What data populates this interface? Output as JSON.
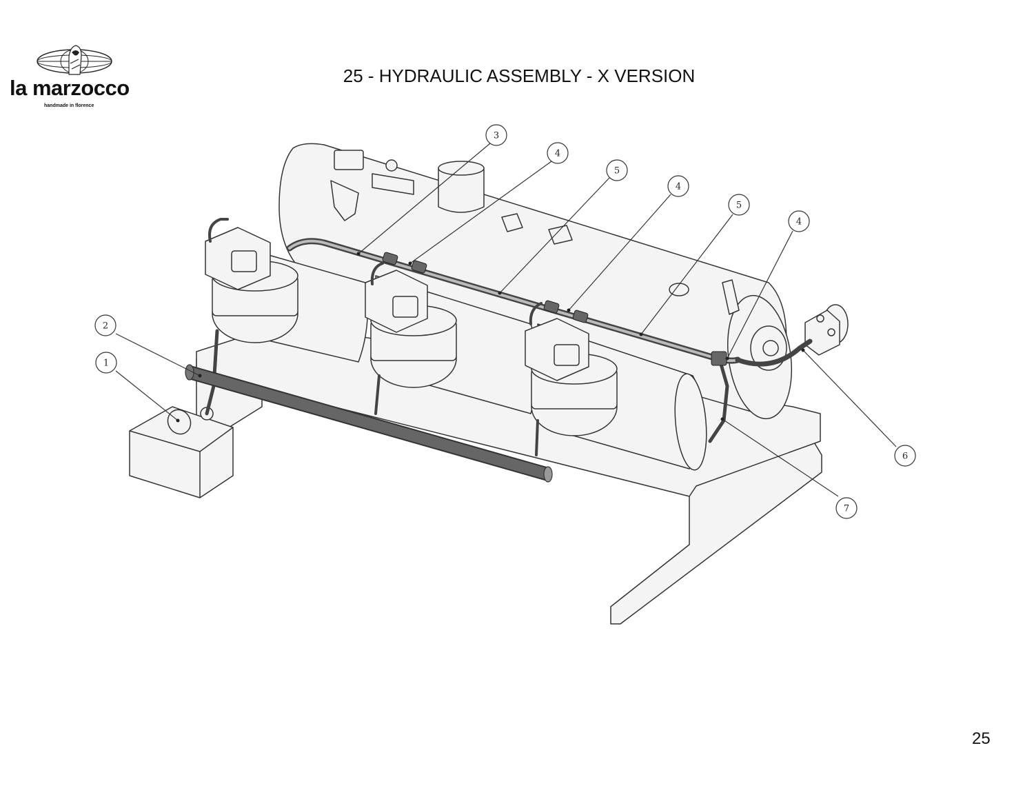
{
  "header": {
    "brand": "la marzocco",
    "tagline": "handmade in florence",
    "title": "25 - HYDRAULIC ASSEMBLY - X VERSION"
  },
  "footer": {
    "page_number": "25"
  },
  "callouts": [
    "1",
    "2",
    "3",
    "4",
    "5",
    "4",
    "5",
    "4",
    "6",
    "7"
  ],
  "colors": {
    "line": "#333333",
    "pipe": "#555555",
    "fill_light": "#f4f4f4"
  }
}
